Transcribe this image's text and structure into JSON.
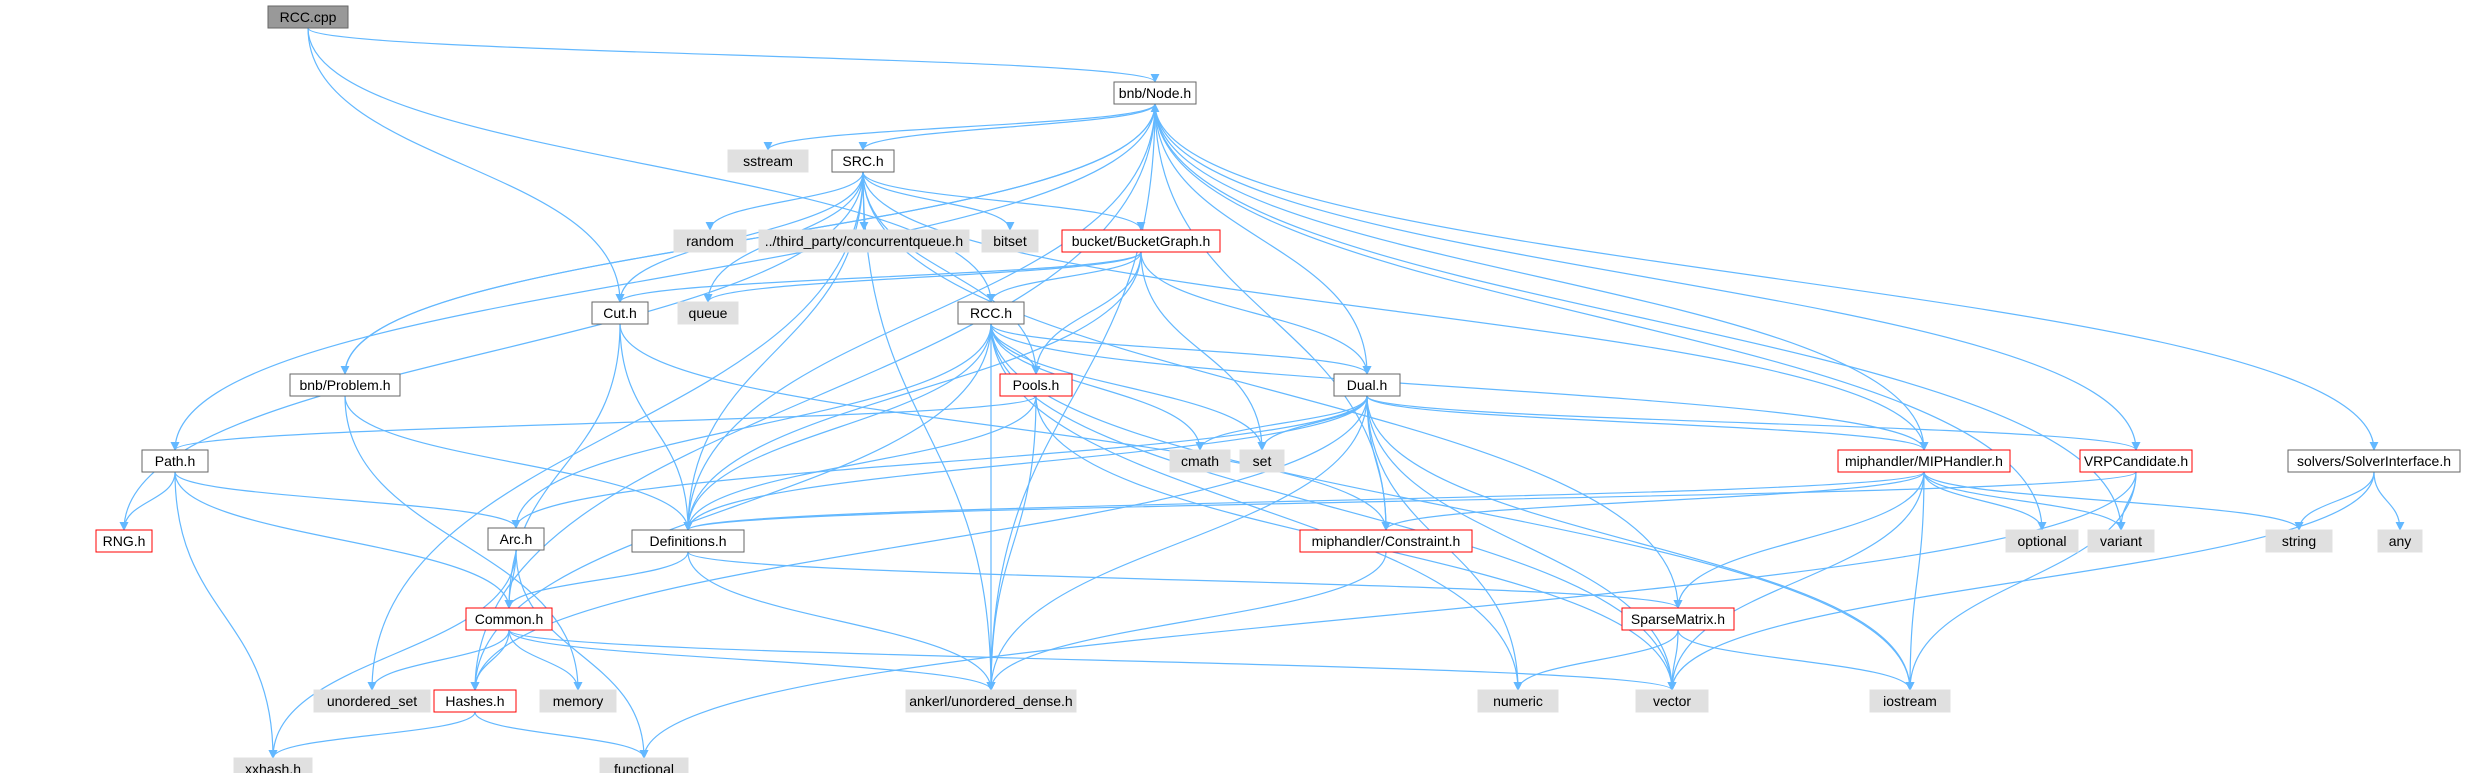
{
  "diagram": {
    "type": "include-dependency-graph",
    "edge_color": "#63b8ff",
    "styles": {
      "root": {
        "fill": "#999999",
        "stroke": "#666666",
        "text": "#000000"
      },
      "normal": {
        "fill": "#ffffff",
        "stroke": "#666666",
        "text": "#000000"
      },
      "red": {
        "fill": "#ffffff",
        "stroke": "#ff0000",
        "text": "#000000"
      },
      "external": {
        "fill": "#e0e0e0",
        "stroke": "#e0e0e0",
        "text": "#000000"
      }
    },
    "nodes": [
      {
        "id": "rcc_cpp",
        "label": "RCC.cpp",
        "style": "root"
      },
      {
        "id": "node_h",
        "label": "bnb/Node.h",
        "style": "normal"
      },
      {
        "id": "sstream",
        "label": "sstream",
        "style": "external"
      },
      {
        "id": "src_h",
        "label": "SRC.h",
        "style": "normal"
      },
      {
        "id": "random",
        "label": "random",
        "style": "external"
      },
      {
        "id": "concurrentqueue",
        "label": "../third_party/concurrentqueue.h",
        "style": "external"
      },
      {
        "id": "bitset",
        "label": "bitset",
        "style": "external"
      },
      {
        "id": "bucketgraph",
        "label": "bucket/BucketGraph.h",
        "style": "red"
      },
      {
        "id": "cut_h",
        "label": "Cut.h",
        "style": "normal"
      },
      {
        "id": "queue",
        "label": "queue",
        "style": "external"
      },
      {
        "id": "rcc_h",
        "label": "RCC.h",
        "style": "normal"
      },
      {
        "id": "problem_h",
        "label": "bnb/Problem.h",
        "style": "normal"
      },
      {
        "id": "pools_h",
        "label": "Pools.h",
        "style": "red"
      },
      {
        "id": "dual_h",
        "label": "Dual.h",
        "style": "normal"
      },
      {
        "id": "path_h",
        "label": "Path.h",
        "style": "normal"
      },
      {
        "id": "cmath",
        "label": "cmath",
        "style": "external"
      },
      {
        "id": "set",
        "label": "set",
        "style": "external"
      },
      {
        "id": "miphandler",
        "label": "miphandler/MIPHandler.h",
        "style": "red"
      },
      {
        "id": "vrpcandidate",
        "label": "VRPCandidate.h",
        "style": "red"
      },
      {
        "id": "solverinterface",
        "label": "solvers/SolverInterface.h",
        "style": "normal"
      },
      {
        "id": "rng_h",
        "label": "RNG.h",
        "style": "red"
      },
      {
        "id": "arc_h",
        "label": "Arc.h",
        "style": "normal"
      },
      {
        "id": "definitions",
        "label": "Definitions.h",
        "style": "normal"
      },
      {
        "id": "constraint",
        "label": "miphandler/Constraint.h",
        "style": "red"
      },
      {
        "id": "optional",
        "label": "optional",
        "style": "external"
      },
      {
        "id": "variant",
        "label": "variant",
        "style": "external"
      },
      {
        "id": "string",
        "label": "string",
        "style": "external"
      },
      {
        "id": "any",
        "label": "any",
        "style": "external"
      },
      {
        "id": "common_h",
        "label": "Common.h",
        "style": "red"
      },
      {
        "id": "sparsematrix",
        "label": "SparseMatrix.h",
        "style": "red"
      },
      {
        "id": "unordered_set",
        "label": "unordered_set",
        "style": "external"
      },
      {
        "id": "memory",
        "label": "memory",
        "style": "external"
      },
      {
        "id": "hashes_h",
        "label": "Hashes.h",
        "style": "red"
      },
      {
        "id": "unordered_dense",
        "label": "ankerl/unordered_dense.h",
        "style": "external"
      },
      {
        "id": "numeric",
        "label": "numeric",
        "style": "external"
      },
      {
        "id": "vector",
        "label": "vector",
        "style": "external"
      },
      {
        "id": "iostream",
        "label": "iostream",
        "style": "external"
      },
      {
        "id": "xxhash",
        "label": "xxhash.h",
        "style": "external"
      },
      {
        "id": "functional",
        "label": "functional",
        "style": "external"
      }
    ],
    "edges": [
      [
        "rcc_cpp",
        "node_h"
      ],
      [
        "rcc_cpp",
        "cut_h"
      ],
      [
        "rcc_cpp",
        "rcc_h"
      ],
      [
        "node_h",
        "sstream"
      ],
      [
        "node_h",
        "src_h"
      ],
      [
        "node_h",
        "problem_h"
      ],
      [
        "node_h",
        "dual_h"
      ],
      [
        "node_h",
        "path_h"
      ],
      [
        "node_h",
        "hashes_h"
      ],
      [
        "node_h",
        "definitions"
      ],
      [
        "node_h",
        "miphandler"
      ],
      [
        "node_h",
        "constraint"
      ],
      [
        "node_h",
        "vrpcandidate"
      ],
      [
        "node_h",
        "solverinterface"
      ],
      [
        "node_h",
        "optional"
      ],
      [
        "node_h",
        "variant"
      ],
      [
        "node_h",
        "unordered_dense"
      ],
      [
        "src_h",
        "random"
      ],
      [
        "src_h",
        "concurrentqueue"
      ],
      [
        "src_h",
        "bitset"
      ],
      [
        "src_h",
        "bucketgraph"
      ],
      [
        "src_h",
        "cut_h"
      ],
      [
        "src_h",
        "queue"
      ],
      [
        "src_h",
        "pools_h"
      ],
      [
        "src_h",
        "rng_h"
      ],
      [
        "src_h",
        "unordered_set"
      ],
      [
        "src_h",
        "unordered_dense"
      ],
      [
        "src_h",
        "definitions"
      ],
      [
        "src_h",
        "sparsematrix"
      ],
      [
        "src_h",
        "miphandler"
      ],
      [
        "bucketgraph",
        "cut_h"
      ],
      [
        "bucketgraph",
        "queue"
      ],
      [
        "bucketgraph",
        "rcc_h"
      ],
      [
        "bucketgraph",
        "pools_h"
      ],
      [
        "bucketgraph",
        "set"
      ],
      [
        "bucketgraph",
        "dual_h"
      ],
      [
        "bucketgraph",
        "definitions"
      ],
      [
        "cut_h",
        "definitions"
      ],
      [
        "cut_h",
        "common_h"
      ],
      [
        "cut_h",
        "constraint"
      ],
      [
        "rcc_h",
        "dual_h"
      ],
      [
        "rcc_h",
        "cmath"
      ],
      [
        "rcc_h",
        "set"
      ],
      [
        "rcc_h",
        "miphandler"
      ],
      [
        "rcc_h",
        "arc_h"
      ],
      [
        "rcc_h",
        "definitions"
      ],
      [
        "rcc_h",
        "hashes_h"
      ],
      [
        "rcc_h",
        "unordered_dense"
      ],
      [
        "rcc_h",
        "numeric"
      ],
      [
        "rcc_h",
        "vector"
      ],
      [
        "rcc_h",
        "iostream"
      ],
      [
        "rcc_h",
        "pools_h"
      ],
      [
        "problem_h",
        "node_h"
      ],
      [
        "problem_h",
        "definitions"
      ],
      [
        "problem_h",
        "memory"
      ],
      [
        "pools_h",
        "path_h"
      ],
      [
        "pools_h",
        "definitions"
      ],
      [
        "pools_h",
        "unordered_dense"
      ],
      [
        "pools_h",
        "vector"
      ],
      [
        "dual_h",
        "cmath"
      ],
      [
        "dual_h",
        "set"
      ],
      [
        "dual_h",
        "miphandler"
      ],
      [
        "dual_h",
        "vrpcandidate"
      ],
      [
        "dual_h",
        "constraint"
      ],
      [
        "dual_h",
        "definitions"
      ],
      [
        "dual_h",
        "arc_h"
      ],
      [
        "dual_h",
        "hashes_h"
      ],
      [
        "dual_h",
        "unordered_dense"
      ],
      [
        "dual_h",
        "numeric"
      ],
      [
        "dual_h",
        "vector"
      ],
      [
        "dual_h",
        "iostream"
      ],
      [
        "path_h",
        "rng_h"
      ],
      [
        "path_h",
        "arc_h"
      ],
      [
        "path_h",
        "common_h"
      ],
      [
        "path_h",
        "xxhash"
      ],
      [
        "miphandler",
        "definitions"
      ],
      [
        "miphandler",
        "constraint"
      ],
      [
        "miphandler",
        "sparsematrix"
      ],
      [
        "miphandler",
        "optional"
      ],
      [
        "miphandler",
        "variant"
      ],
      [
        "miphandler",
        "string"
      ],
      [
        "miphandler",
        "vector"
      ],
      [
        "miphandler",
        "iostream"
      ],
      [
        "vrpcandidate",
        "definitions"
      ],
      [
        "vrpcandidate",
        "variant"
      ],
      [
        "vrpcandidate",
        "iostream"
      ],
      [
        "vrpcandidate",
        "functional"
      ],
      [
        "solverinterface",
        "string"
      ],
      [
        "solverinterface",
        "any"
      ],
      [
        "solverinterface",
        "vector"
      ],
      [
        "arc_h",
        "common_h"
      ],
      [
        "arc_h",
        "xxhash"
      ],
      [
        "arc_h",
        "functional"
      ],
      [
        "definitions",
        "common_h"
      ],
      [
        "definitions",
        "unordered_dense"
      ],
      [
        "definitions",
        "sparsematrix"
      ],
      [
        "constraint",
        "unordered_dense"
      ],
      [
        "common_h",
        "unordered_set"
      ],
      [
        "common_h",
        "memory"
      ],
      [
        "common_h",
        "hashes_h"
      ],
      [
        "common_h",
        "unordered_dense"
      ],
      [
        "common_h",
        "vector"
      ],
      [
        "sparsematrix",
        "numeric"
      ],
      [
        "sparsematrix",
        "vector"
      ],
      [
        "sparsematrix",
        "iostream"
      ],
      [
        "hashes_h",
        "xxhash"
      ],
      [
        "hashes_h",
        "functional"
      ]
    ]
  }
}
